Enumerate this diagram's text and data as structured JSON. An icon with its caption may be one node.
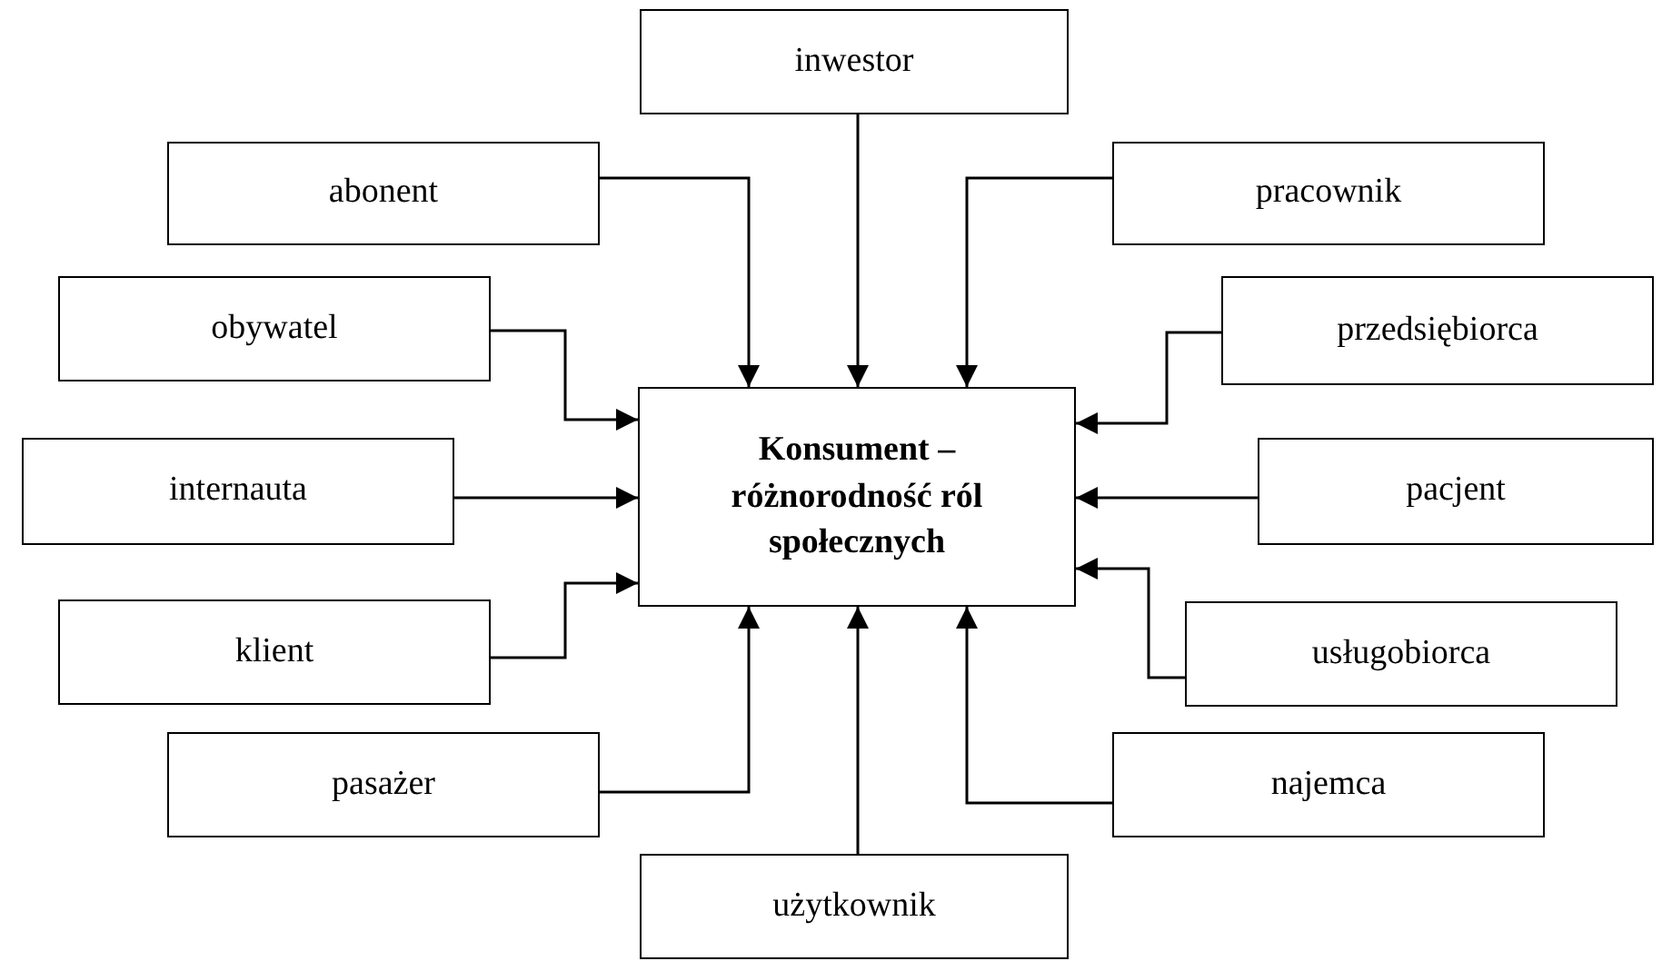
{
  "diagram": {
    "nodes": [
      {
        "text": [
          "Konsument – różnorodność ról społecznych"
        ]
      },
      {
        "text": [
          "inwestor"
        ]
      },
      {
        "text": [
          "abonent"
        ]
      },
      {
        "text": [
          "pracownik"
        ]
      },
      {
        "text": [
          "obywatel"
        ]
      },
      {
        "text": [
          "przedsiębiorca"
        ]
      },
      {
        "text": [
          "internauta"
        ]
      },
      {
        "text": [
          "pacjent"
        ]
      },
      {
        "text": [
          "klient"
        ]
      },
      {
        "text": [
          "usługobiorca"
        ]
      },
      {
        "text": [
          "pasażer"
        ]
      },
      {
        "text": [
          "najemca"
        ]
      },
      {
        "text": [
          "użytkownik"
        ]
      }
    ],
    "edges": [
      {
        "from": 1,
        "to": 0,
        "arrow": "to"
      },
      {
        "from": 2,
        "to": 0,
        "arrow": "to"
      },
      {
        "from": 3,
        "to": 0,
        "arrow": "to"
      },
      {
        "from": 4,
        "to": 0,
        "arrow": "to"
      },
      {
        "from": 5,
        "to": 0,
        "arrow": "to"
      },
      {
        "from": 6,
        "to": 0,
        "arrow": "to"
      },
      {
        "from": 7,
        "to": 0,
        "arrow": "to"
      },
      {
        "from": 8,
        "to": 0,
        "arrow": "to"
      },
      {
        "from": 9,
        "to": 0,
        "arrow": "to"
      },
      {
        "from": 10,
        "to": 0,
        "arrow": "to"
      },
      {
        "from": 11,
        "to": 0,
        "arrow": "to"
      },
      {
        "from": 12,
        "to": 0,
        "arrow": "to"
      }
    ]
  }
}
